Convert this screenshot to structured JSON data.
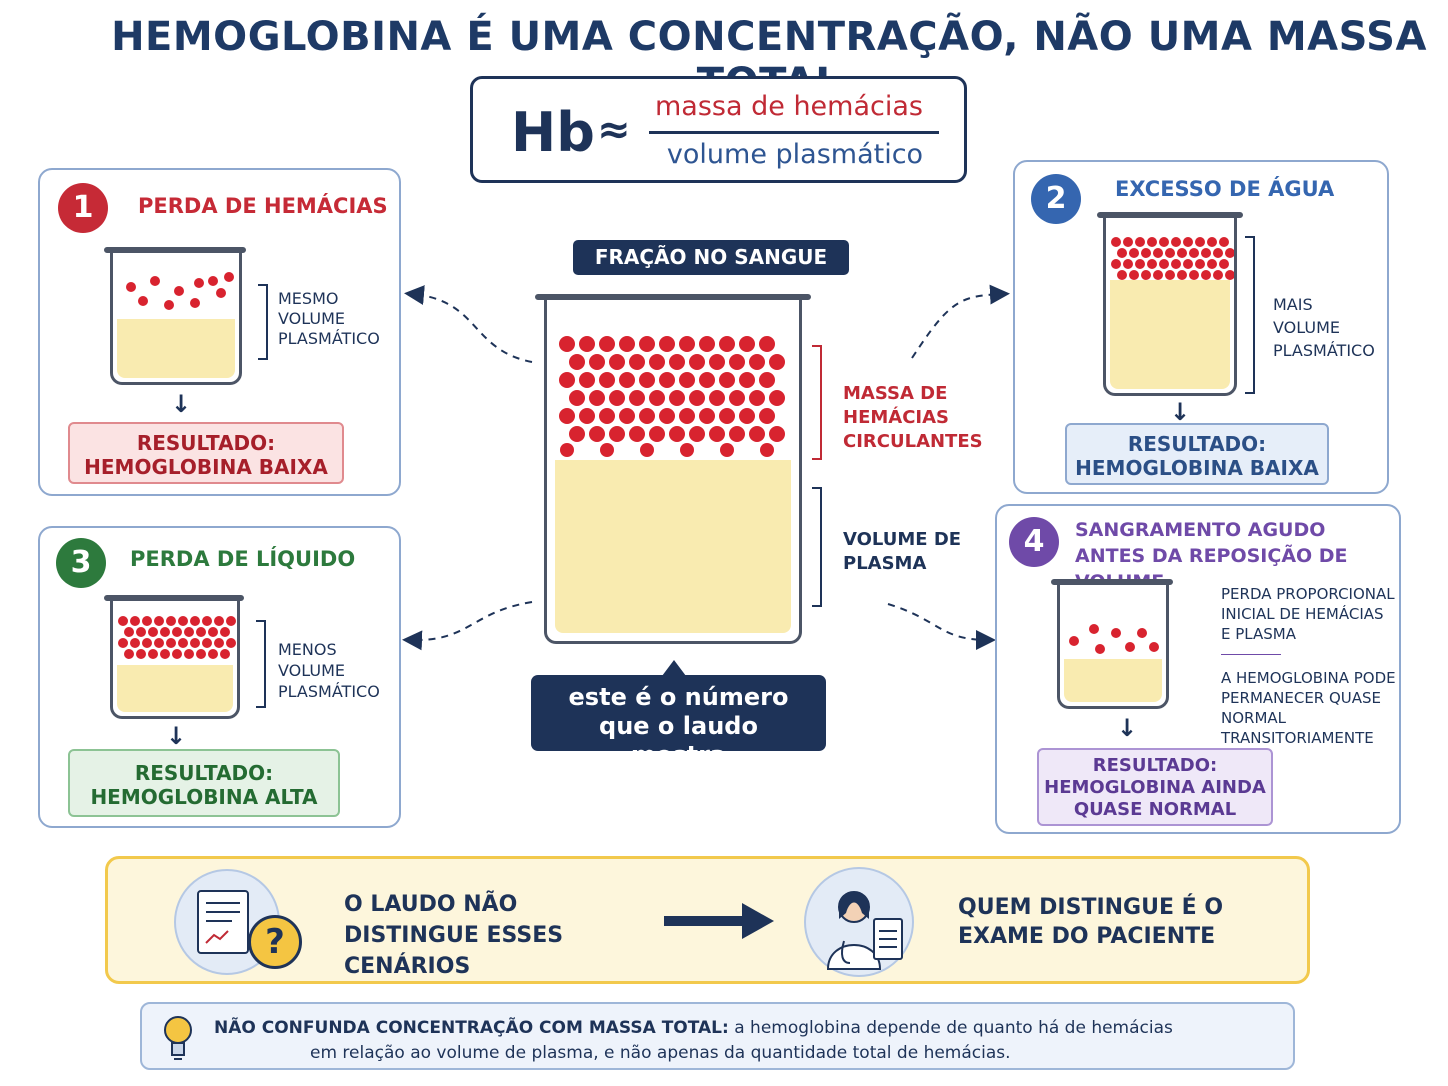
{
  "title": "HEMOGLOBINA É UMA CONCENTRAÇÃO, NÃO UMA MASSA TOTAL",
  "formula": {
    "lhs": "Hb",
    "approx": "≈",
    "numerator": "massa de hemácias",
    "denominator": "volume plasmático"
  },
  "center": {
    "label": "FRAÇÃO NO SANGUE",
    "mass_label": "MASSA DE HEMÁCIAS CIRCULANTES",
    "plasma_label": "VOLUME DE PLASMA",
    "callout": "este é o número que o laudo mostra"
  },
  "panels": [
    {
      "number": "1",
      "title": "PERDA DE HEMÁCIAS",
      "note": "MESMO VOLUME PLASMÁTICO",
      "result": "RESULTADO: HEMOGLOBINA BAIXA",
      "color": "#c62a36"
    },
    {
      "number": "2",
      "title": "EXCESSO DE ÁGUA",
      "note": "MAIS VOLUME PLASMÁTICO",
      "result": "RESULTADO: HEMOGLOBINA BAIXA",
      "color": "#3566b0"
    },
    {
      "number": "3",
      "title": "PERDA DE LÍQUIDO",
      "note": "MENOS VOLUME PLASMÁTICO",
      "result": "RESULTADO: HEMOGLOBINA ALTA",
      "color": "#2d7a3d"
    },
    {
      "number": "4",
      "title": "SANGRAMENTO AGUDO ANTES DA REPOSIÇÃO DE VOLUME",
      "note1": "PERDA PROPORCIONAL INICIAL DE HEMÁCIAS E PLASMA",
      "note2": "A HEMOGLOBINA PODE PERMANECER QUASE NORMAL TRANSITORIAMENTE",
      "result": "RESULTADO: HEMOGLOBINA AINDA QUASE NORMAL",
      "color": "#6f4aa8"
    }
  ],
  "bottom": {
    "left_text": "O LAUDO NÃO DISTINGUE ESSES CENÁRIOS",
    "right_text": "QUEM DISTINGUE É O EXAME DO PACIENTE",
    "question_mark": "?"
  },
  "note": {
    "bold": "NÃO CONFUNDA CONCENTRAÇÃO COM MASSA TOTAL:",
    "text1": "a hemoglobina depende de quanto há de hemácias",
    "text2": "em relação ao volume de plasma, e não apenas da quantidade total de hemácias."
  }
}
